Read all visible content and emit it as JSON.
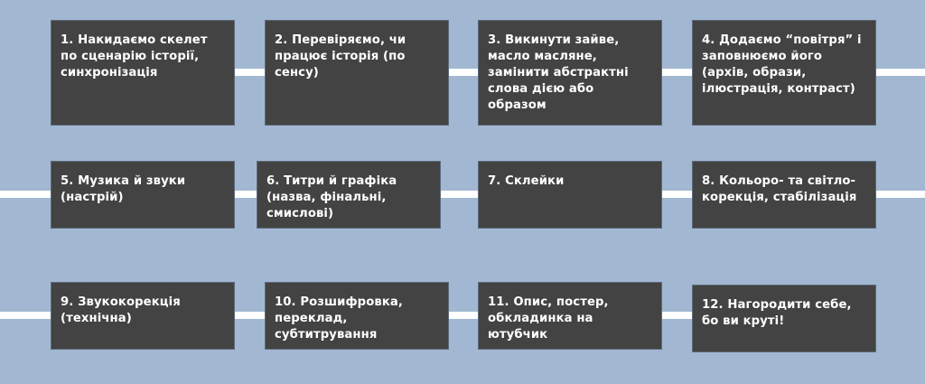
{
  "diagram": {
    "type": "process-flow",
    "colors": {
      "background": "#a2b8d2",
      "box_fill": "#434343",
      "box_text": "#ffffff",
      "connector": "#ffffff"
    },
    "rows": [
      {
        "steps": [
          {
            "number": 1,
            "text": "1. Накидаємо скелет\nпо сценарію історії,\nсинхронізація"
          },
          {
            "number": 2,
            "text": "2. Перевіряємо, чи\nпрацює історія (по\nсенсу)"
          },
          {
            "number": 3,
            "text": "3. Викинути зайве,\nмасло масляне,\nзамінити абстрактні\nслова дією або\nобразом"
          },
          {
            "number": 4,
            "text": "4. Додаємо “повітря” і\nзаповнюємо його\n(архів, образи,\nілюстрація, контраст)"
          }
        ]
      },
      {
        "steps": [
          {
            "number": 5,
            "text": "5. Музика й звуки\n(настрій)"
          },
          {
            "number": 6,
            "text": "6. Титри й графіка\n(назва, фінальні,\nсмислові)"
          },
          {
            "number": 7,
            "text": "7. Склейки"
          },
          {
            "number": 8,
            "text": "8. Кольоро- та світло-\nкорекція, стабілізація"
          }
        ]
      },
      {
        "steps": [
          {
            "number": 9,
            "text": "9. Звукокорекція\n(технічна)"
          },
          {
            "number": 10,
            "text": "10. Розшифровка,\nпереклад,\nсубтитрування"
          },
          {
            "number": 11,
            "text": "11. Опис, постер,\nобкладинка на\nютубчик"
          },
          {
            "number": 12,
            "text": "12. Нагородити себе,\nбо ви круті!"
          }
        ]
      }
    ]
  }
}
